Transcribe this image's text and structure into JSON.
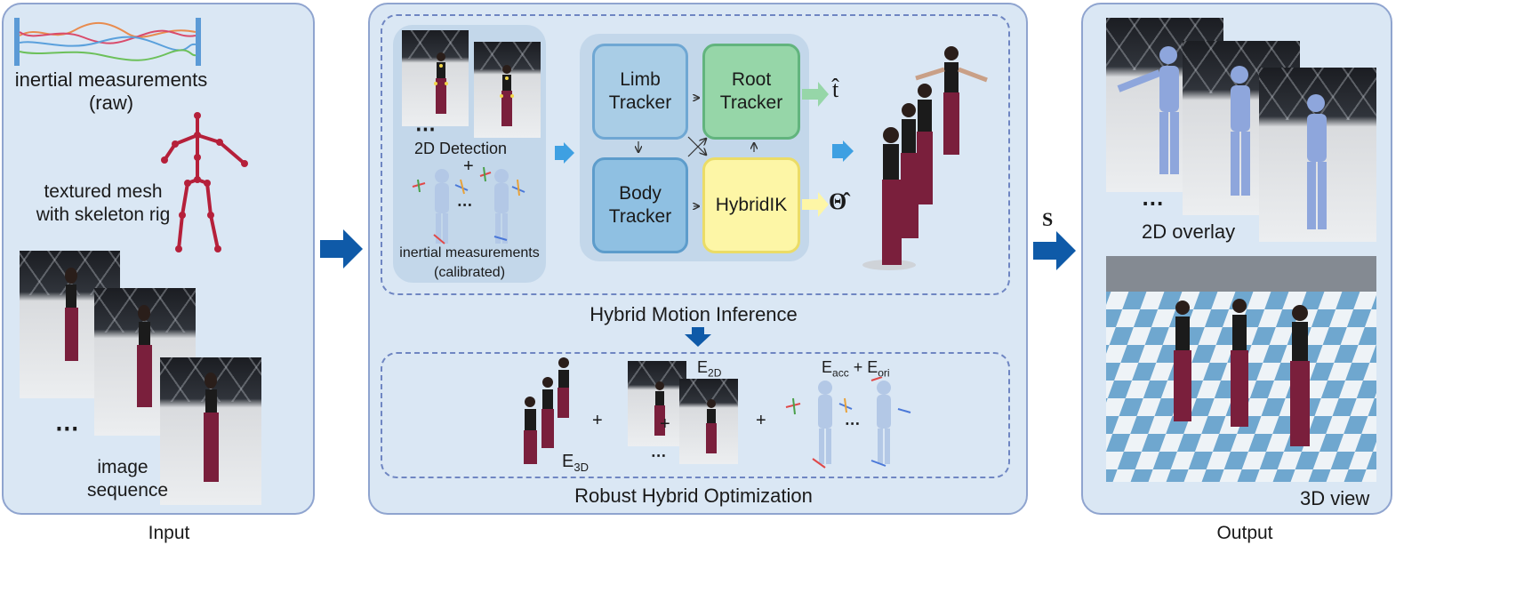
{
  "input_panel": {
    "inertial_label_line1": "inertial measurements",
    "inertial_label_line2": "(raw)",
    "mesh_label_line1": "textured mesh",
    "mesh_label_line2": "with skeleton rig",
    "image_label_line1": "image",
    "image_label_line2": "sequence",
    "ellipsis": "⋅⋅⋅"
  },
  "inference": {
    "detection_label": "2D Detection",
    "plus": "+",
    "inertial_calibrated_line1": "inertial measurements",
    "inertial_calibrated_line2": "(calibrated)",
    "limb_tracker_line1": "Limb",
    "limb_tracker_line2": "Tracker",
    "root_tracker_line1": "Root",
    "root_tracker_line2": "Tracker",
    "body_tracker_line1": "Body",
    "body_tracker_line2": "Tracker",
    "hybridik": "HybridIK",
    "t_hat": "t̂",
    "theta_hat": "Θ̂",
    "title": "Hybrid Motion Inference"
  },
  "optimization": {
    "e3d": "E",
    "e3d_sub": "3D",
    "e2d": "E",
    "e2d_sub": "2D",
    "eacc": "E",
    "eacc_sub": "acc",
    "plus_mid": " + ",
    "eori": "E",
    "eori_sub": "ori",
    "plus": "+",
    "title": "Robust Hybrid Optimization"
  },
  "output_panel": {
    "overlay_label": "2D overlay",
    "view_label": "3D view",
    "s_label": "S"
  },
  "captions": {
    "input": "Input",
    "output": "Output"
  },
  "colors": {
    "limb": "#a9cde6",
    "root": "#96d6a8",
    "body": "#8fc0e2",
    "hybridik": "#fdf6a6",
    "arrow_big": "#0f5aa8",
    "arrow_small": "#3ea0e2"
  }
}
